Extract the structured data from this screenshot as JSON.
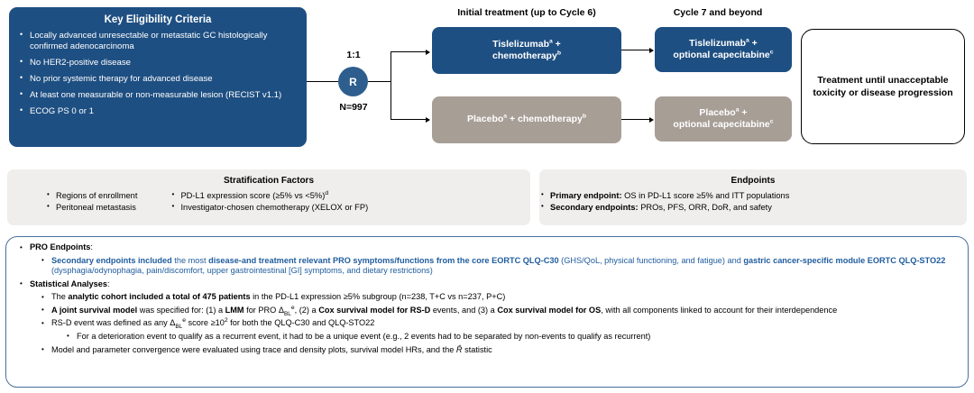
{
  "eligibility": {
    "title": "Key Eligibility Criteria",
    "items": [
      "Locally advanced unresectable or metastatic GC histologically confirmed adenocarcinoma",
      "No HER2-positive disease",
      "No prior systemic therapy for advanced disease",
      "At least one measurable or non-measurable lesion (RECIST v1.1)",
      "ECOG PS 0 or 1"
    ]
  },
  "randomization": {
    "ratio": "1:1",
    "label": "R",
    "n": "N=997"
  },
  "columns": {
    "initial": "Initial treatment (up to Cycle 6)",
    "cycle7": "Cycle 7 and beyond"
  },
  "arms": {
    "initial_tislelizumab_line1": "Tislelizumab",
    "initial_tislelizumab_sup1": "a",
    "initial_tislelizumab_mid": " +",
    "initial_tislelizumab_line2": "chemotherapy",
    "initial_tislelizumab_sup2": "b",
    "initial_placebo_text": "Placebo",
    "initial_placebo_sup1": "a",
    "initial_placebo_mid": " + chemotherapy",
    "initial_placebo_sup2": "b",
    "c7_tislelizumab_line1": "Tislelizumab",
    "c7_tislelizumab_sup1": "a",
    "c7_tislelizumab_mid": " +",
    "c7_tislelizumab_line2": "optional capecitabine",
    "c7_tislelizumab_sup2": "c",
    "c7_placebo_line1": "Placebo",
    "c7_placebo_sup1": "a",
    "c7_placebo_mid": " +",
    "c7_placebo_line2": "optional capecitabine",
    "c7_placebo_sup2": "c"
  },
  "outcome_box": "Treatment until unacceptable toxicity or disease progression",
  "stratification": {
    "title": "Stratification Factors",
    "col1": [
      "Regions of enrollment",
      "Peritoneal metastasis"
    ],
    "col2_a_pre": "PD-L1 expression score (≥5% vs <5%)",
    "col2_a_sup": "d",
    "col2_b": "Investigator-chosen chemotherapy (XELOX or FP)"
  },
  "endpoints": {
    "title": "Endpoints",
    "primary_label": "Primary endpoint:",
    "primary_text": " OS in PD-L1 score ≥5% and ITT populations",
    "secondary_label": "Secondary endpoints:",
    "secondary_text": " PROs, PFS, ORR, DoR, and safety"
  },
  "panel": {
    "pro_heading_bold": "PRO Endpoints",
    "pro_heading_tail": ":",
    "pro_detail": {
      "b1": "Secondary endpoints included",
      "n1": " the most ",
      "b2": "disease-and treatment relevant PRO symptoms/functions from the core EORTC QLQ-C30",
      "n2": " (GHS/QoL, physical functioning, and fatigue) and ",
      "b3": "gastric cancer-specific module EORTC QLQ-STO22",
      "n3": " (dysphagia/odynophagia, pain/discomfort, upper gastrointestinal [GI] symptoms, and dietary restrictions)"
    },
    "stats_heading_bold": "Statistical Analyses",
    "stats_heading_tail": ":",
    "cohort": {
      "p1": "The ",
      "b1": "analytic cohort included a total of 475 patients",
      "p2": " in the PD-L1 expression ≥5% subgroup (n=238, T+C vs n=237, P+C)"
    },
    "joint_model": {
      "b1": "A joint survival model",
      "p1": " was specified for: (1) a ",
      "b2": "LMM",
      "p2": " for PRO Δ",
      "sub1": "BL",
      "sup1": "e",
      "p3": ", (2) a ",
      "b3": "Cox survival model for RS-D",
      "p4": " events, and (3) a ",
      "b4": "Cox survival model for OS",
      "p5": ", with all components linked to account for their interdependence"
    },
    "rsd": {
      "p1": "RS-D event was defined as any Δ",
      "sub1": "BL",
      "sup1": "e",
      "p2": " score ≥10",
      "sup2": "2",
      "p3": " for both the QLQ-C30 and QLQ-STO22"
    },
    "recurrent": "For a deterioration event to qualify as a recurrent event, it had to be a unique event (e.g., 2 events had to be separated by non-events to qualify as recurrent)",
    "convergence": {
      "p1": "Model and parameter convergence were evaluated using trace and density plots, survival model HRs, and the ",
      "rhat": "R̂",
      "p2": " statistic"
    }
  },
  "colors": {
    "brand_blue": "#1e4f82",
    "circle_blue": "#2d5e8e",
    "taupe": "#a79e96",
    "band_grey": "#f0eeec",
    "panel_border": "#4a6f9c",
    "text_blue": "#1f5c9e"
  }
}
